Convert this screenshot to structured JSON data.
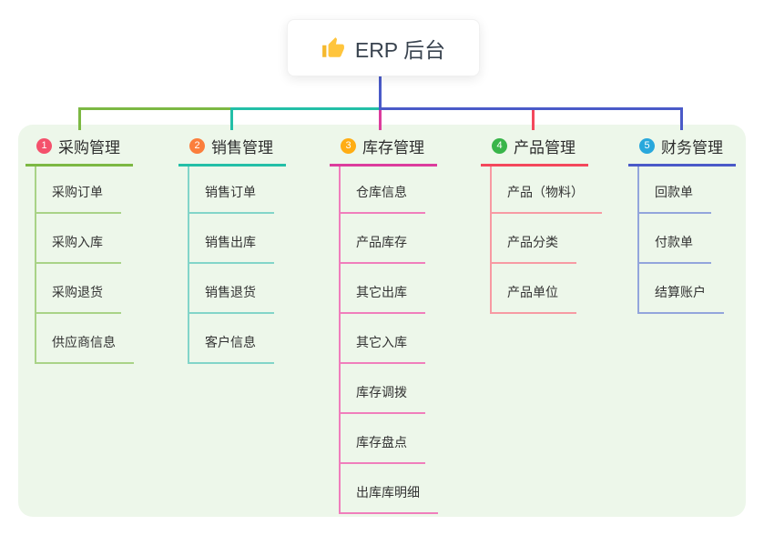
{
  "root": {
    "label": "ERP 后台",
    "icon": "thumbs-up-icon",
    "icon_color": "#FFC53D"
  },
  "branches": [
    {
      "badge": "1",
      "label": "采购管理",
      "badge_color": "#F4516C",
      "line_color": "#7CB843",
      "child_line_color": "#A9D387",
      "children": [
        "采购订单",
        "采购入库",
        "采购退货",
        "供应商信息"
      ]
    },
    {
      "badge": "2",
      "label": "销售管理",
      "badge_color": "#FB7E3C",
      "line_color": "#23BFA7",
      "child_line_color": "#82D5C9",
      "children": [
        "销售订单",
        "销售出库",
        "销售退货",
        "客户信息"
      ]
    },
    {
      "badge": "3",
      "label": "库存管理",
      "badge_color": "#FFAD14",
      "line_color": "#DC3C9D",
      "child_line_color": "#F07EBC",
      "children": [
        "仓库信息",
        "产品库存",
        "其它出库",
        "其它入库",
        "库存调拨",
        "库存盘点",
        "出库库明细"
      ]
    },
    {
      "badge": "4",
      "label": "产品管理",
      "badge_color": "#39B54A",
      "line_color": "#F4485C",
      "child_line_color": "#F79AA3",
      "children": [
        "产品（物料）",
        "产品分类",
        "产品单位"
      ]
    },
    {
      "badge": "5",
      "label": "财务管理",
      "badge_color": "#29A8DC",
      "line_color": "#4A5AC8",
      "child_line_color": "#93A5DC",
      "children": [
        "回款单",
        "付款单",
        "结算账户"
      ]
    }
  ],
  "panel_color": "#EDF7EA"
}
